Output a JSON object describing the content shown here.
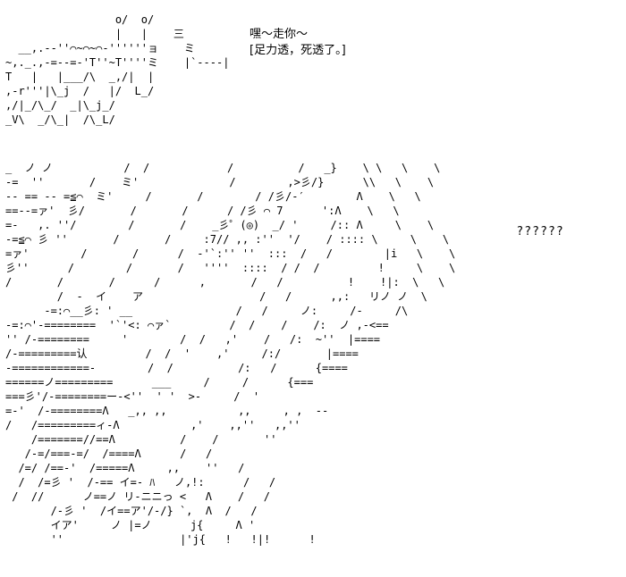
{
  "caption": {
    "line1": "嘿～走你～",
    "line2": "[足力透，死透了。]"
  },
  "question": "??????",
  "art": {
    "top": [
      "                 o/  o/",
      "                 |   |    三",
      "  __,.-‐''⌒~⌒~⌒‐''''''ョ    ミ",
      "~,._.,-=-‐=-'T''~T''''ミ    |`----|",
      "T   |   |___/\\  _,/|  |",
      ",-r'''|\\_j  /   |/  L_/",
      ",/|_/\\_/  _|\\_j_/",
      "_V\\  _/\\_|  /\\_L/"
    ],
    "main": [
      "_  ノ ノ           /  /            /          /   _}    \\ \\   \\    \\",
      "-=  ''       /    ミ'              /        ,>彡/}      \\\\   \\    \\",
      "-- == -- =≦⌒  ミ'     /       /        / /彡/-′        Λ    \\   \\",
      "==--=ァ'  彡/       /       /      / /彡 ⌒ 7      ':Λ    \\   \\",
      "=-   ,. ''/        /       /    _彡゜(◎)  _/ '     /:: Λ     \\    \\",
      "-=≦⌒ 彡 ''       /       /     :7// ,, :''  '/    / :::: \\     \\    \\",
      "=ァ'        /       /      /  -'`:'' ''  :::  /   /        |i   \\    \\",
      "彡''      /        /       /   ''''  ::::  / /  /         !     \\    \\",
      "/       /       /      /      ,       /   /          !    !|:  \\   \\",
      "        /  -  イ    ア                  /   /      ,,:   リノ ノ  \\",
      "      -=:⌒__彡: ' __                /   /     ノ:     /-     /\\",
      "-=:⌒'-========  '`'<: ⌒ァ`         /  /    /    /:  ノ ,-<==",
      "'' /-========     '        /  /   ,'    /   /:  ~''  |====",
      "/-=========认         /  /  '    ,'     /:/       |====",
      "-============-        /  /          /:   /      {====",
      "======ノ=========      ___     /     /      {===",
      "===彡'/-========ー-<''  ' '  >-     /  '",
      "=-'  /-========Λ   _,, ,,           ,,     , ,  --",
      "/   /=========ィ-Λ           ,'    ,,''   ,,''",
      "    /=======//==Λ          /    /       ''",
      "   /-=/===-=/  /====Λ      /   /",
      "  /=/ /==-'  /=====Λ     ,,    ''   /",
      "  /  /=彡 '  /-== イ=- ﾊ   ノ,!:      /   /",
      " /  //      ノ==ノ リ-ニニっ <   Λ    /   /",
      "       /-彡 '  /イ==ア'/-/} `,  Λ  /   /",
      "       イア'     ノ |=ノ      j{     Λ '",
      "       ''                  |'j{   !   !|!      !"
    ]
  }
}
